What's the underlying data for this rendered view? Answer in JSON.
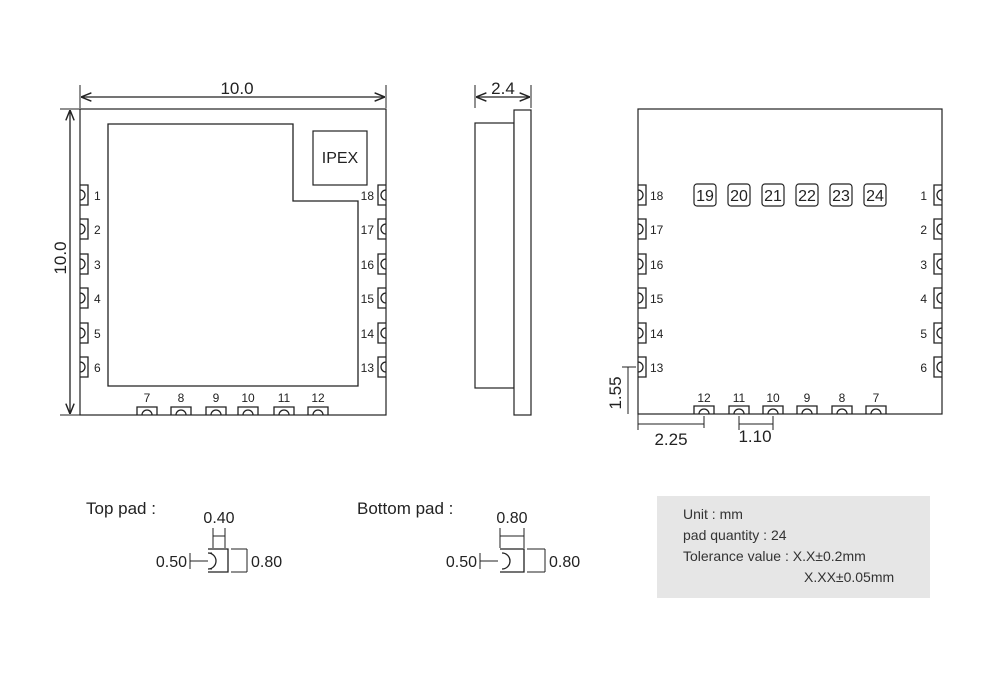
{
  "front_view": {
    "width_dim": "10.0",
    "height_dim": "10.0",
    "antenna_label": "IPEX",
    "left_pins": [
      "1",
      "2",
      "3",
      "4",
      "5",
      "6"
    ],
    "right_pins": [
      "18",
      "17",
      "16",
      "15",
      "14",
      "13"
    ],
    "bottom_pins": [
      "7",
      "8",
      "9",
      "10",
      "11",
      "12"
    ]
  },
  "side_view": {
    "thickness_dim": "2.4"
  },
  "back_view": {
    "left_pins": [
      "18",
      "17",
      "16",
      "15",
      "14",
      "13"
    ],
    "right_pins": [
      "1",
      "2",
      "3",
      "4",
      "5",
      "6"
    ],
    "bottom_pins": [
      "12",
      "11",
      "10",
      "9",
      "8",
      "7"
    ],
    "center_pads": [
      "19",
      "20",
      "21",
      "22",
      "23",
      "24"
    ],
    "dim_pin13_height": "1.55",
    "dim_edge_to_pin12": "2.25",
    "dim_pin_pitch": "1.10"
  },
  "top_pad": {
    "title": "Top pad :",
    "width": "0.40",
    "left": "0.50",
    "right": "0.80"
  },
  "bottom_pad": {
    "title": "Bottom pad :",
    "width": "0.80",
    "left": "0.50",
    "right": "0.80"
  },
  "notes": {
    "unit": "Unit : mm",
    "pad_quantity": "pad quantity : 24",
    "tolerance_1": "Tolerance value : X.X±0.2mm",
    "tolerance_2": "X.XX±0.05mm"
  }
}
